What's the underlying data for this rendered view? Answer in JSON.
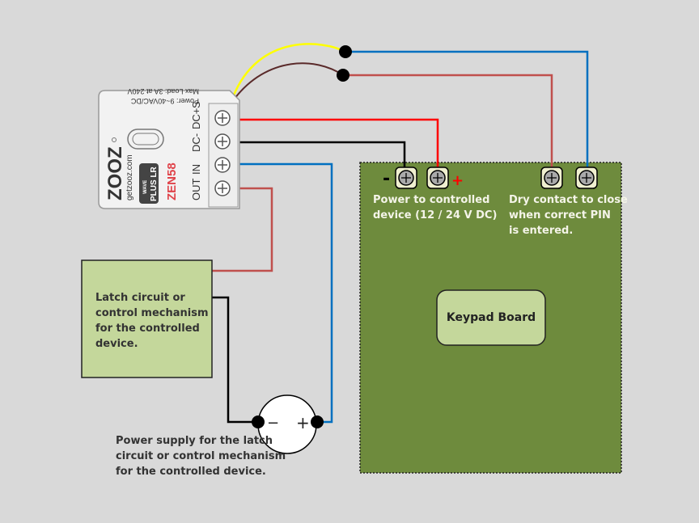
{
  "device": {
    "brand": "ZOOZ",
    "website": "getzooz.com",
    "model": "ZEN58",
    "badge": "PLUS LR",
    "badge_top": "WAVE",
    "power": "Power: 9~40VAC/DC",
    "max_load": "Max Load: 3A at 240V",
    "terminals": [
      "OUT",
      "IN",
      "DC-",
      "DC+",
      "S"
    ]
  },
  "latch_box": {
    "lines": [
      "Latch circuit or",
      "control mechanism",
      "for the controlled",
      "device."
    ]
  },
  "power_supply": {
    "minus": "−",
    "plus": "+",
    "caption": [
      "Power supply for the latch",
      "circuit or control mechanism",
      "for the controlled device."
    ]
  },
  "controlled_device": {
    "minus_sign": "-",
    "plus_sign": "+",
    "power_label": [
      "Power to controlled",
      "device (12 / 24 V DC)"
    ],
    "dry_contact_label": [
      "Dry contact to close",
      "when correct PIN",
      "is entered."
    ],
    "keypad_label": "Keypad Board"
  },
  "colors": {
    "background": "#d9d9d9",
    "board_green": "#6e8b3d",
    "light_green": "#c4d79b",
    "wire_red": "#ff0000",
    "wire_brown_red": "#c0504d",
    "wire_blue": "#0070c0",
    "wire_black": "#000000",
    "wire_yellow": "#ffff00",
    "wire_brown": "#5a2a2a"
  }
}
